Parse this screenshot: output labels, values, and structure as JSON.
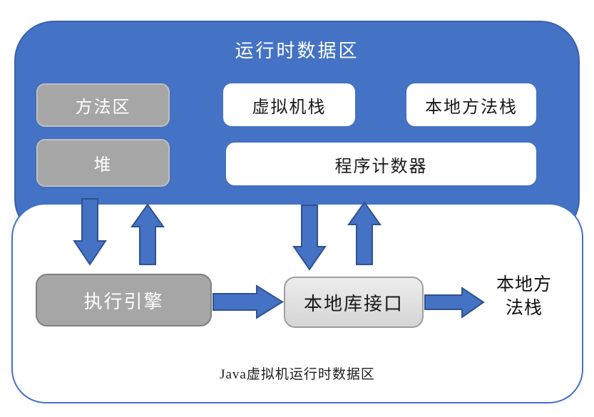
{
  "colors": {
    "blue": "#4472C4",
    "blue_dark": "#2F528F",
    "blue_edge": "#3A62AD",
    "gray": "#A6A6A6",
    "gray_light_edge": "#BFBFBF",
    "gray_dark_edge": "#7F7F7F"
  },
  "runtime_area": {
    "title": "运行时数据区",
    "method_area": "方法区",
    "heap": "堆",
    "vm_stack": "虚拟机栈",
    "native_method_stack": "本地方法栈",
    "program_counter": "程序计数器"
  },
  "lower_area": {
    "execution_engine": "执行引擎",
    "native_library_interface": "本地库接口",
    "native_method_stack": "本地方法栈",
    "caption": "Java虚拟机运行时数据区"
  }
}
